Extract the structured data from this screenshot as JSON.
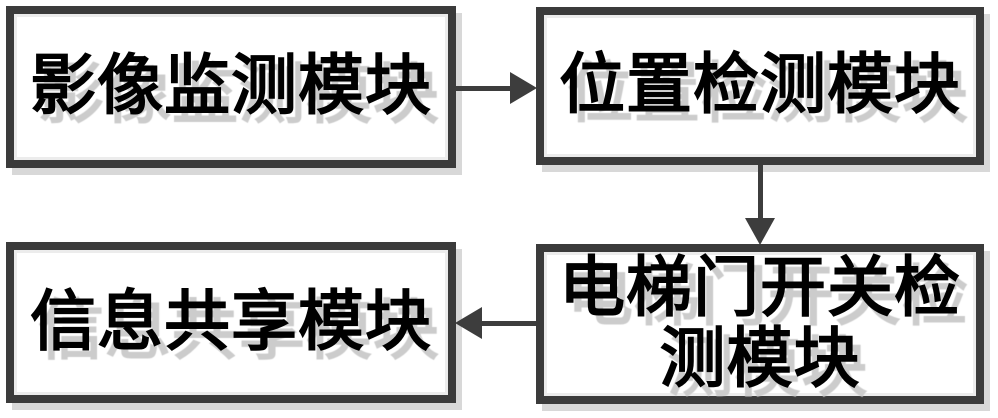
{
  "diagram": {
    "background_color": "#ffffff",
    "box_border_color": "#3b3b3b",
    "arrow_color": "#3d3d3d",
    "text_color": "#000000",
    "shadow_color": "#cccccc",
    "boxes": [
      {
        "id": "image-monitoring-module",
        "label": "影像监测模块"
      },
      {
        "id": "position-detection-module",
        "label": "位置检测模块"
      },
      {
        "id": "elevator-door-switch-detection-module",
        "label": "电梯门开关检测模块"
      },
      {
        "id": "information-sharing-module",
        "label": "信息共享模块"
      }
    ],
    "connections": [
      {
        "from": "影像监测模块",
        "to": "位置检测模块",
        "direction": "right"
      },
      {
        "from": "位置检测模块",
        "to": "电梯门开关检测模块",
        "direction": "down"
      },
      {
        "from": "电梯门开关检测模块",
        "to": "信息共享模块",
        "direction": "left"
      }
    ]
  }
}
